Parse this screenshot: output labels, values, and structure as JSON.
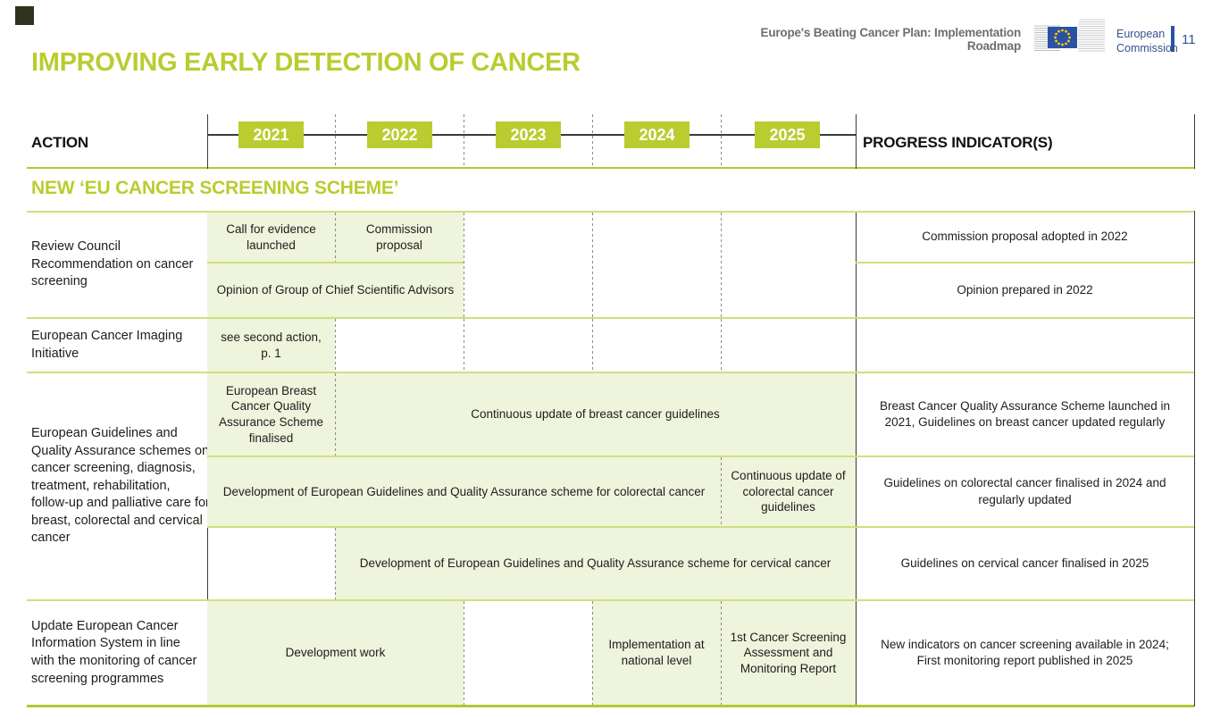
{
  "header": {
    "doc_title": "Europe's Beating Cancer Plan: Implementation Roadmap",
    "commission_line1": "European",
    "commission_line2": "Commission",
    "page_number": "11"
  },
  "title": "IMPROVING EARLY DETECTION OF CANCER",
  "section": "NEW ‘EU CANCER SCREENING SCHEME’",
  "columns": {
    "action": "ACTION",
    "progress": "PROGRESS INDICATOR(S)",
    "years": [
      "2021",
      "2022",
      "2023",
      "2024",
      "2025"
    ]
  },
  "rows": [
    {
      "action": "Review Council Recommendation on cancer screening",
      "cells": [
        "Call for evidence launched",
        "Commission proposal",
        "Opinion of Group of Chief Scientific Advisors"
      ],
      "progress": [
        "Commission proposal adopted in 2022",
        "Opinion prepared in 2022"
      ]
    },
    {
      "action": "European Cancer Imaging Initiative",
      "cells": [
        "see second action, p. 1"
      ],
      "progress": []
    },
    {
      "action": "European Guidelines and Quality Assurance schemes on cancer screening, diagnosis, treatment, rehabilitation, follow-up and palliative care for breast, colorectal and cervical cancer",
      "cells": [
        "European Breast Cancer Quality Assurance Scheme finalised",
        "Continuous update of breast cancer guidelines",
        "Development of European Guidelines and Quality Assurance scheme for colorectal cancer",
        "Continuous update of colorectal cancer guidelines",
        "Development of European Guidelines and Quality Assurance scheme for cervical cancer"
      ],
      "progress": [
        "Breast Cancer Quality Assurance Scheme launched in 2021, Guidelines on breast cancer updated regularly",
        "Guidelines on colorectal cancer finalised in 2024 and regularly updated",
        "Guidelines on cervical cancer finalised in 2025"
      ]
    },
    {
      "action": "Update European Cancer Information System in line with the monitoring of cancer screening programmes",
      "cells": [
        "Development work",
        "Implementation at national level",
        "1st Cancer Screening Assessment and Monitoring Report"
      ],
      "progress": [
        "New indicators on cancer screening available in 2024; First monitoring report published in 2025"
      ]
    }
  ],
  "colors": {
    "lime": "#b9cc30",
    "cell_background": "#eff4dc",
    "eu_blue": "#2b51a3",
    "star_yellow": "#ffcc00",
    "text_dark": "#1d1d1b",
    "header_gray": "#6d6e71"
  }
}
